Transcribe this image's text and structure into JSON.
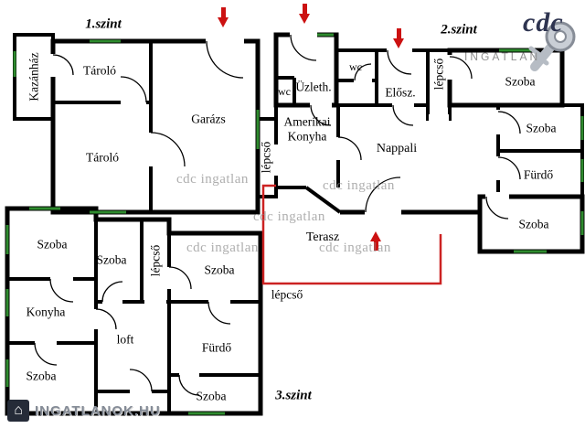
{
  "floors": [
    {
      "label": "1.szint",
      "rooms": [
        {
          "label": "Kazánház"
        },
        {
          "label": "Tároló"
        },
        {
          "label": "Garázs"
        },
        {
          "label": "Tároló"
        }
      ]
    },
    {
      "label": "2.szint",
      "rooms": [
        {
          "label": "wc"
        },
        {
          "label": "Üzleth."
        },
        {
          "label": "Amerikai Konyha"
        },
        {
          "label": "wc"
        },
        {
          "label": "Elősz."
        },
        {
          "label": "lépcső"
        },
        {
          "label": "Szoba"
        },
        {
          "label": "Nappali"
        },
        {
          "label": "Szoba"
        },
        {
          "label": "Fürdő"
        },
        {
          "label": "Szoba"
        },
        {
          "label": "Terasz"
        },
        {
          "label": "lépcső"
        },
        {
          "label": "lépcső"
        }
      ]
    },
    {
      "label": "3.szint",
      "rooms": [
        {
          "label": "Szoba"
        },
        {
          "label": "Szoba"
        },
        {
          "label": "lépcső"
        },
        {
          "label": "Szoba"
        },
        {
          "label": "Konyha"
        },
        {
          "label": "loft"
        },
        {
          "label": "Szoba"
        },
        {
          "label": "Fürdő"
        },
        {
          "label": "Szoba"
        }
      ]
    }
  ],
  "watermark": {
    "text": "cdc ingatlan"
  },
  "branding": {
    "top_logo": {
      "name": "cdc",
      "subtitle": "INGATLAN"
    },
    "bottom_logo": {
      "text": "INGATLANOK.HU"
    }
  },
  "colors": {
    "wall": "#000000",
    "window": "#2e8b2e",
    "arrow": "#cc1111",
    "terrace": "#cc2222",
    "watermark": "#8c8c8c"
  }
}
